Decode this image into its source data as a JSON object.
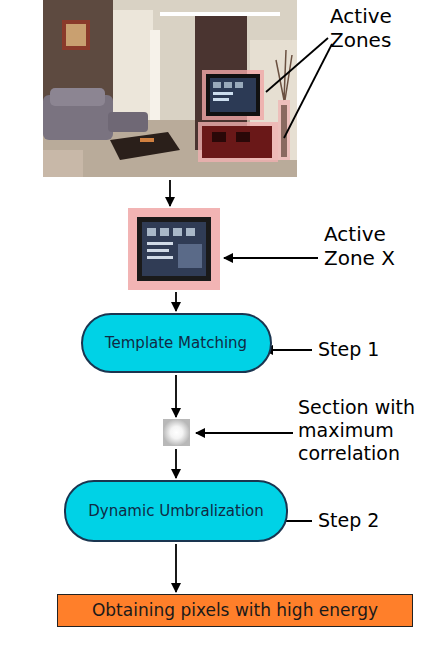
{
  "diagram": {
    "nodes": [
      {
        "text": [
          "Template Matching"
        ]
      },
      {
        "text": [
          "Dynamic Umbralization"
        ]
      },
      {
        "text": [
          "Obtaining pixels with high energy"
        ]
      }
    ],
    "edges": [
      {
        "from": 1,
        "to": 2,
        "arrow": "to"
      }
    ],
    "labels": [
      "Active Zones",
      "Active Zone X",
      "Step 1",
      "Section with maximum correlation",
      "Step 2"
    ]
  }
}
